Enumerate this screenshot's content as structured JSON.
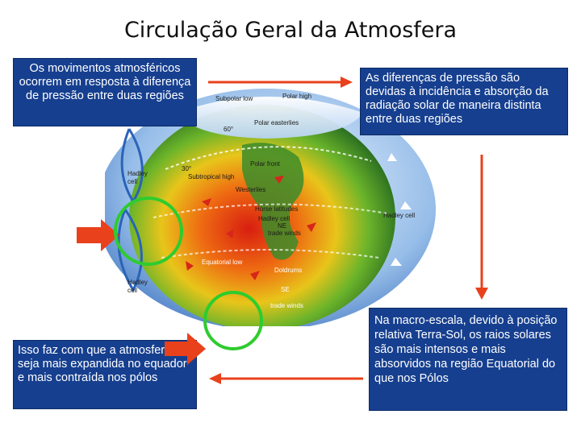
{
  "title": "Circulação Geral da Atmosfera",
  "boxes": {
    "top_left": "Os movimentos atmosféricos ocorrem em resposta à diferença de pressão entre duas regiões",
    "top_right": "As diferenças de pressão são devidas à incidência e absorção da radiação solar de maneira distinta entre duas regiões",
    "bottom_left": "Isso faz com que a atmosfera seja mais expandida no equador e mais contraída nos pólos",
    "bottom_right": "Na macro-escala, devido à posição relativa Terra-Sol, os raios solares são mais intensos e mais absorvidos na região Equatorial do que nos Pólos"
  },
  "globe_labels": {
    "subpolar_low": "Subpolar low",
    "polar_high": "Polar high",
    "polar_easterlies": "Polar easterlies",
    "sixty": "60°",
    "polar_front": "Polar front",
    "thirty": "30°",
    "subtropical_high": "Subtropical high",
    "westerlies": "Westerlies",
    "hadley_cell_top": "Hadley",
    "hadley_cell_top2": "cell",
    "horse_latitudes": "Horse latitudes",
    "hadley_cell_mid": "Hadley cell",
    "ne": "NE",
    "trade_winds_ne": "trade winds",
    "hadley_cell_right": "Hadley cell",
    "equatorial_low": "Equatorial low",
    "doldrums": "Doldrums",
    "hadley_cell_bottom": "Hadley",
    "hadley_cell_bottom2": "cell",
    "se": "SE",
    "trade_winds_se": "trade winds"
  },
  "colors": {
    "box_background": "#163f8f",
    "arrow_red": "#e8411b",
    "circle_green": "#2ecc2e"
  }
}
